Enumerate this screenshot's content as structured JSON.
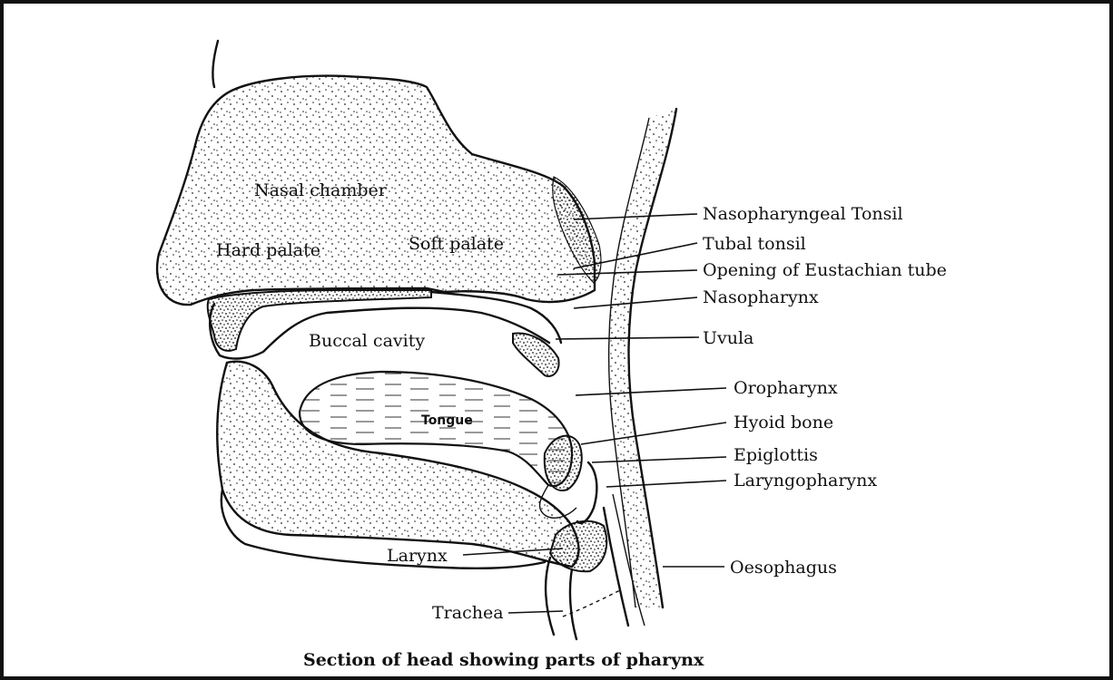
{
  "diagram": {
    "caption": "Section of head showing parts of pharynx",
    "labels": {
      "nasal_chamber": "Nasal chamber",
      "hard_palate": "Hard palate",
      "soft_palate": "Soft palate",
      "buccal_cavity": "Buccal cavity",
      "tongue": "Tongue",
      "nasopharyngeal_tonsil": "Nasopharyngeal Tonsil",
      "tubal_tonsil": "Tubal tonsil",
      "opening_eustachian": "Opening of Eustachian tube",
      "nasopharynx": "Nasopharynx",
      "uvula": "Uvula",
      "oropharynx": "Oropharynx",
      "hyoid_bone": "Hyoid bone",
      "epiglottis": "Epiglottis",
      "laryngopharynx": "Laryngopharynx",
      "larynx": "Larynx",
      "oesophagus": "Oesophagus",
      "trachea": "Trachea"
    }
  }
}
